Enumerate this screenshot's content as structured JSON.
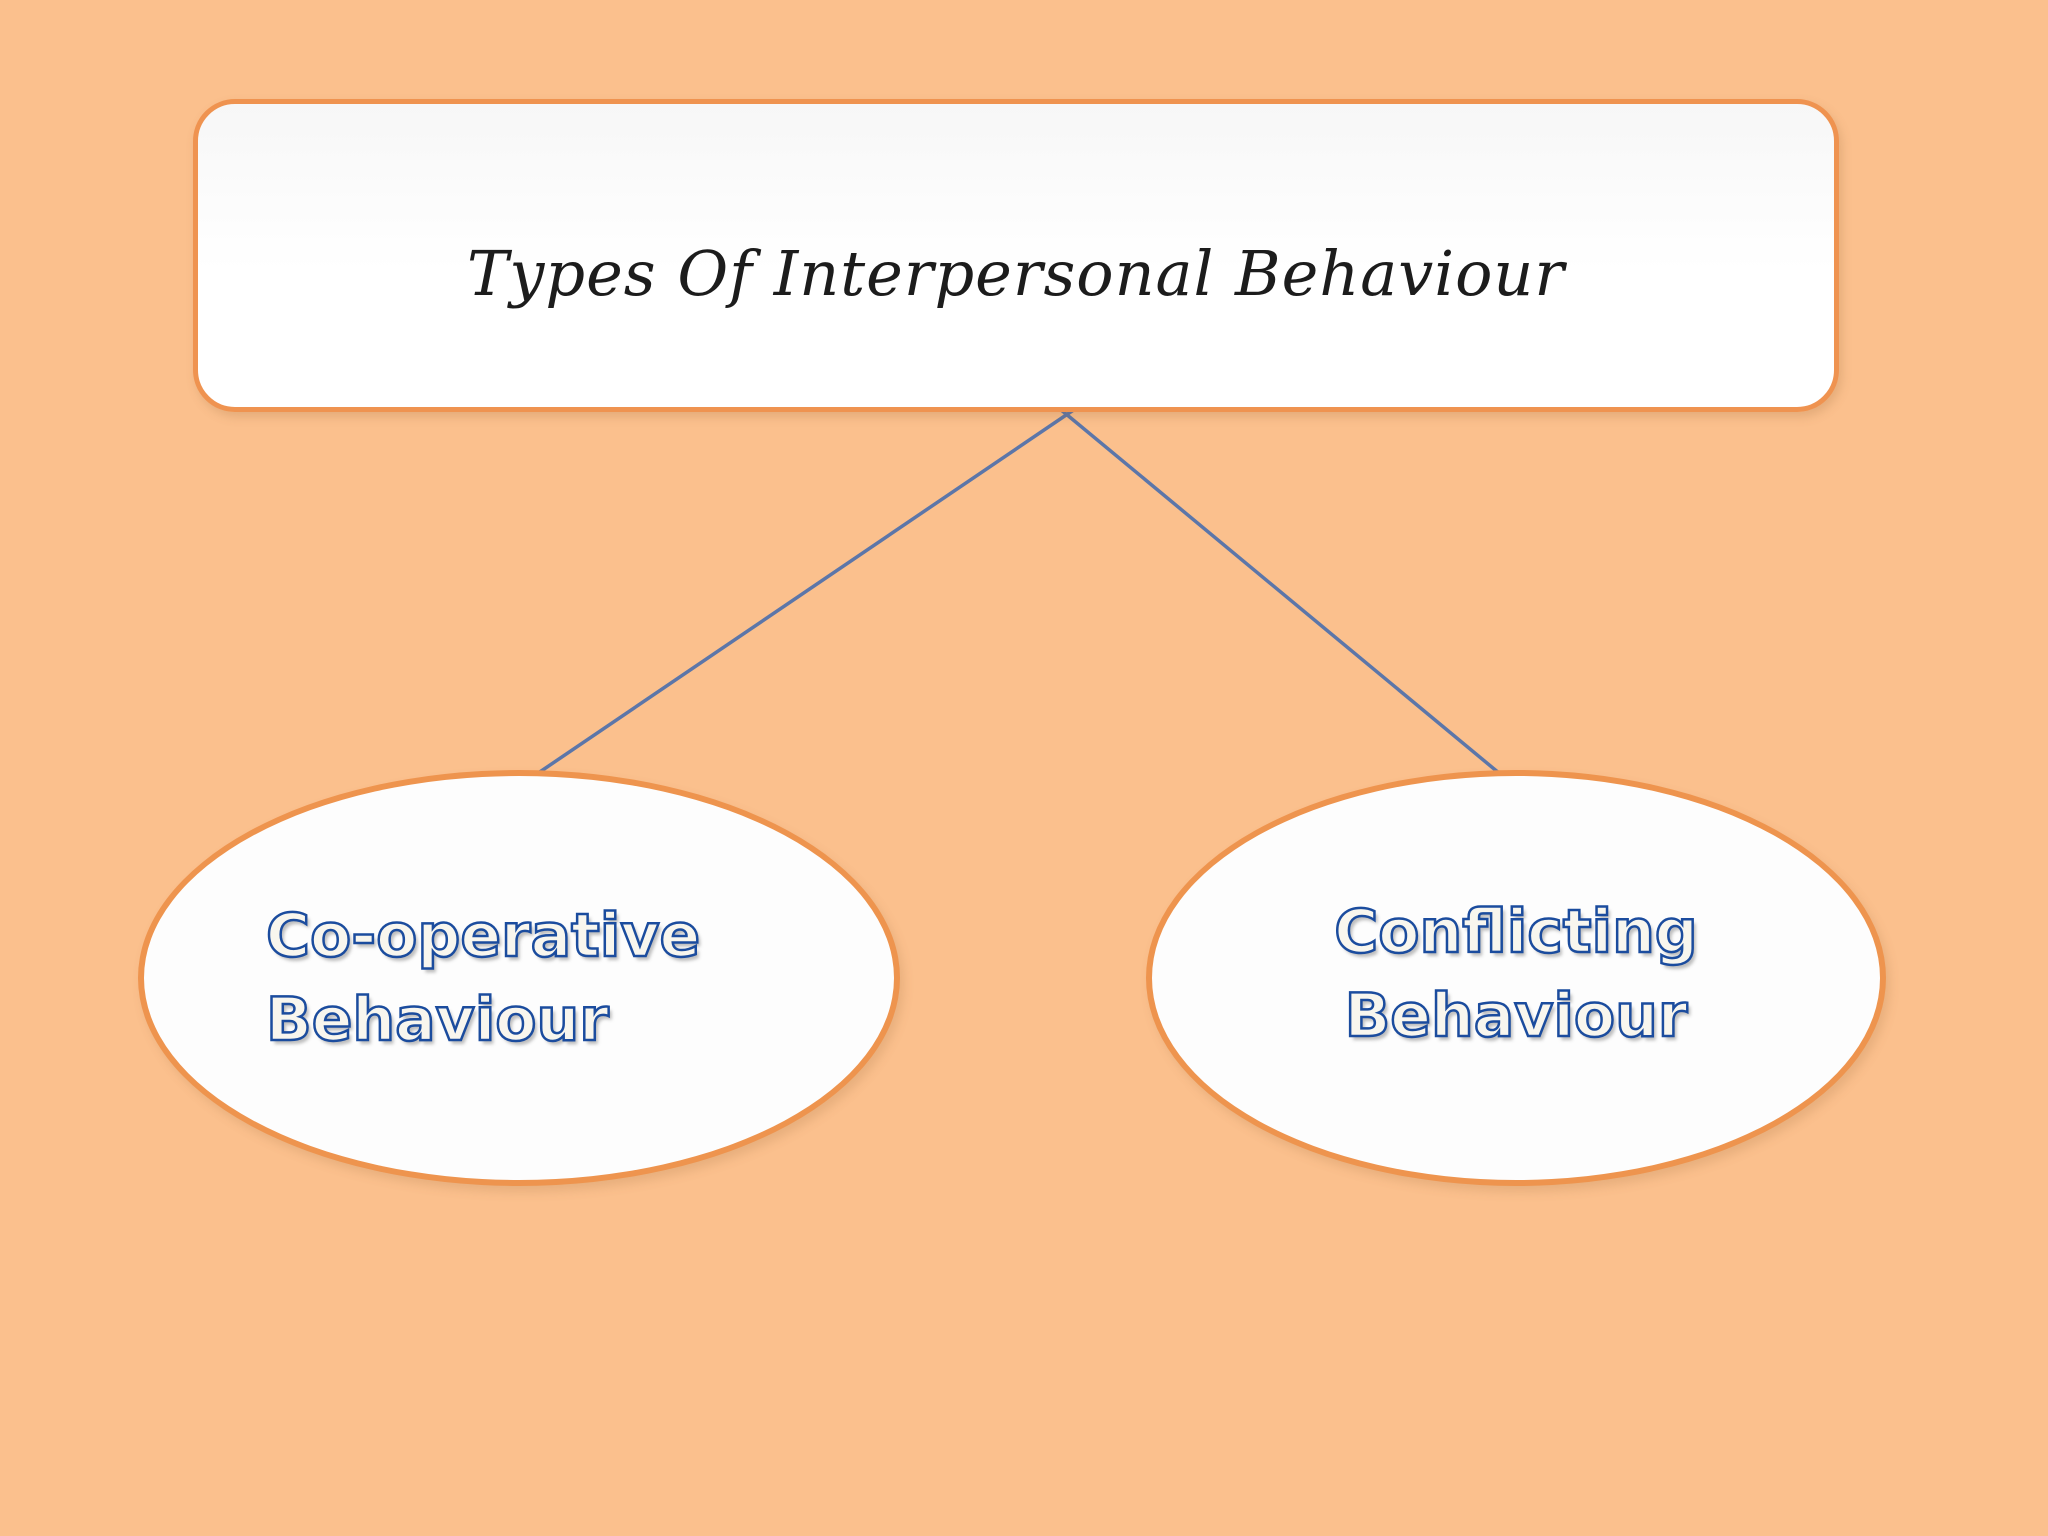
{
  "title": {
    "text": "Types Of Interpersonal Behaviour"
  },
  "nodes": {
    "left": {
      "label": "Co-operative Behaviour",
      "line1": "Co-operative",
      "line2": "Behaviour"
    },
    "right": {
      "label": "Conflicting Behaviour",
      "line1": "Conflicting",
      "line2": "Behaviour"
    }
  },
  "colors": {
    "background": "#FBC08D",
    "shape_border": "#EE944E",
    "shape_fill": "#FDFDFD",
    "connector": "#5C76A9",
    "node_text_outline": "#1B4C9E",
    "node_text_fill": "#F8F6EE",
    "title_text": "#1C1C1C"
  }
}
